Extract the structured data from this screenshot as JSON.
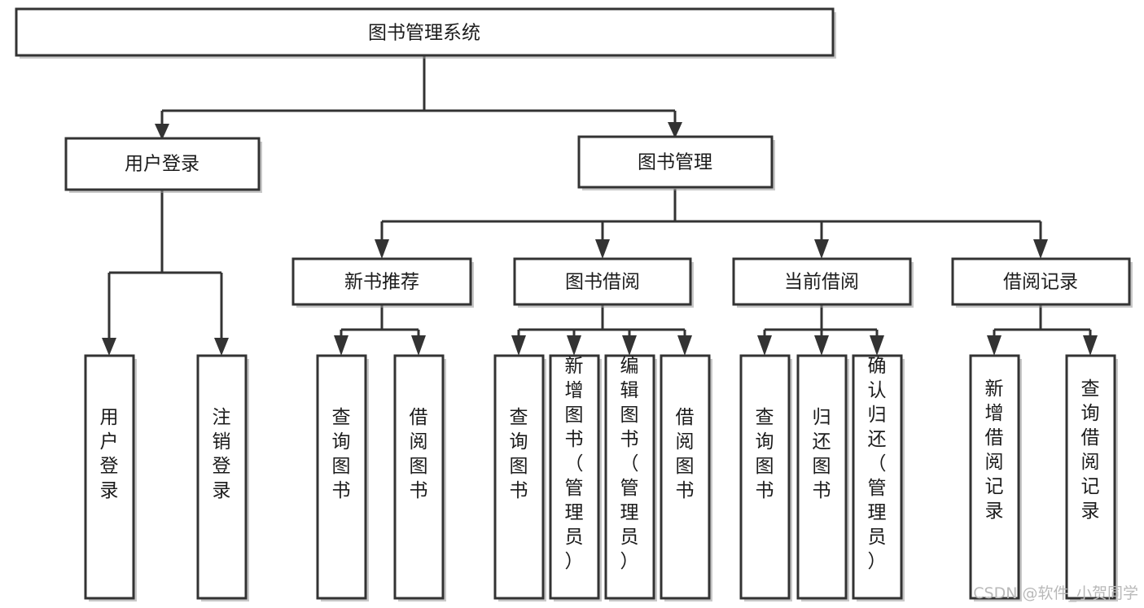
{
  "diagram": {
    "type": "hierarchy-tree",
    "title": "图书管理系统",
    "orientation": "top-down",
    "colors": {
      "stroke": "#333333",
      "fill": "#ffffff",
      "text": "#1b1b1b",
      "watermark": "#b9b9b9",
      "background": "#ffffff"
    },
    "root": {
      "id": "root",
      "label": "图书管理系统"
    },
    "level1": [
      {
        "id": "user-login",
        "label": "用户登录"
      },
      {
        "id": "book-manage",
        "label": "图书管理"
      }
    ],
    "level2": [
      {
        "id": "new-book-rec",
        "label": "新书推荐",
        "parent": "book-manage"
      },
      {
        "id": "book-borrow",
        "label": "图书借阅",
        "parent": "book-manage"
      },
      {
        "id": "current-borrow",
        "label": "当前借阅",
        "parent": "book-manage"
      },
      {
        "id": "borrow-record",
        "label": "借阅记录",
        "parent": "book-manage"
      }
    ],
    "leaves": {
      "user-login": [
        {
          "id": "leaf-user-login",
          "label": "用户登录"
        },
        {
          "id": "leaf-user-logout",
          "label": "注销登录"
        }
      ],
      "new-book-rec": [
        {
          "id": "leaf-query-book-1",
          "label": "查询图书"
        },
        {
          "id": "leaf-borrow-book-1",
          "label": "借阅图书"
        }
      ],
      "book-borrow": [
        {
          "id": "leaf-query-book-2",
          "label": "查询图书"
        },
        {
          "id": "leaf-add-book",
          "label": "新增图书（管理员）"
        },
        {
          "id": "leaf-edit-book",
          "label": "编辑图书（管理员）"
        },
        {
          "id": "leaf-borrow-book-2",
          "label": "借阅图书"
        }
      ],
      "current-borrow": [
        {
          "id": "leaf-query-book-3",
          "label": "查询图书"
        },
        {
          "id": "leaf-return-book",
          "label": "归还图书"
        },
        {
          "id": "leaf-confirm-return",
          "label": "确认归还（管理员）"
        }
      ],
      "borrow-record": [
        {
          "id": "leaf-add-record",
          "label": "新增借阅记录"
        },
        {
          "id": "leaf-query-record",
          "label": "查询借阅记录"
        }
      ]
    }
  },
  "watermark": {
    "text": "CSDN @软件_小贺同学"
  }
}
